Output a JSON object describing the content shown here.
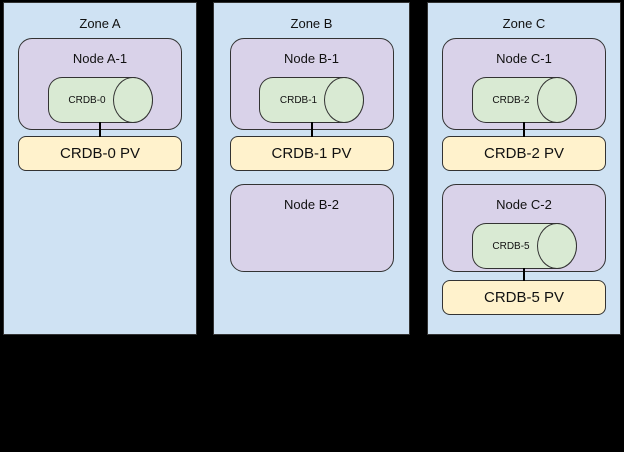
{
  "diagram": {
    "zones": [
      {
        "label": "Zone A",
        "nodes": [
          {
            "label": "Node A-1",
            "cylinder_label": "CRDB-0",
            "pv_label": "CRDB-0 PV"
          }
        ]
      },
      {
        "label": "Zone B",
        "nodes": [
          {
            "label": "Node B-1",
            "cylinder_label": "CRDB-1",
            "pv_label": "CRDB-1 PV"
          },
          {
            "label": "Node B-2"
          }
        ]
      },
      {
        "label": "Zone C",
        "nodes": [
          {
            "label": "Node C-1",
            "cylinder_label": "CRDB-2",
            "pv_label": "CRDB-2 PV"
          },
          {
            "label": "Node C-2",
            "cylinder_label": "CRDB-5",
            "pv_label": "CRDB-5 PV"
          }
        ]
      }
    ],
    "colors": {
      "canvas_bg": "#000000",
      "zone_fill": "#cfe2f3",
      "node_fill": "#d9d2e9",
      "cylinder_fill": "#d9ead3",
      "pv_fill": "#fff2cc",
      "stroke": "#333333"
    }
  }
}
